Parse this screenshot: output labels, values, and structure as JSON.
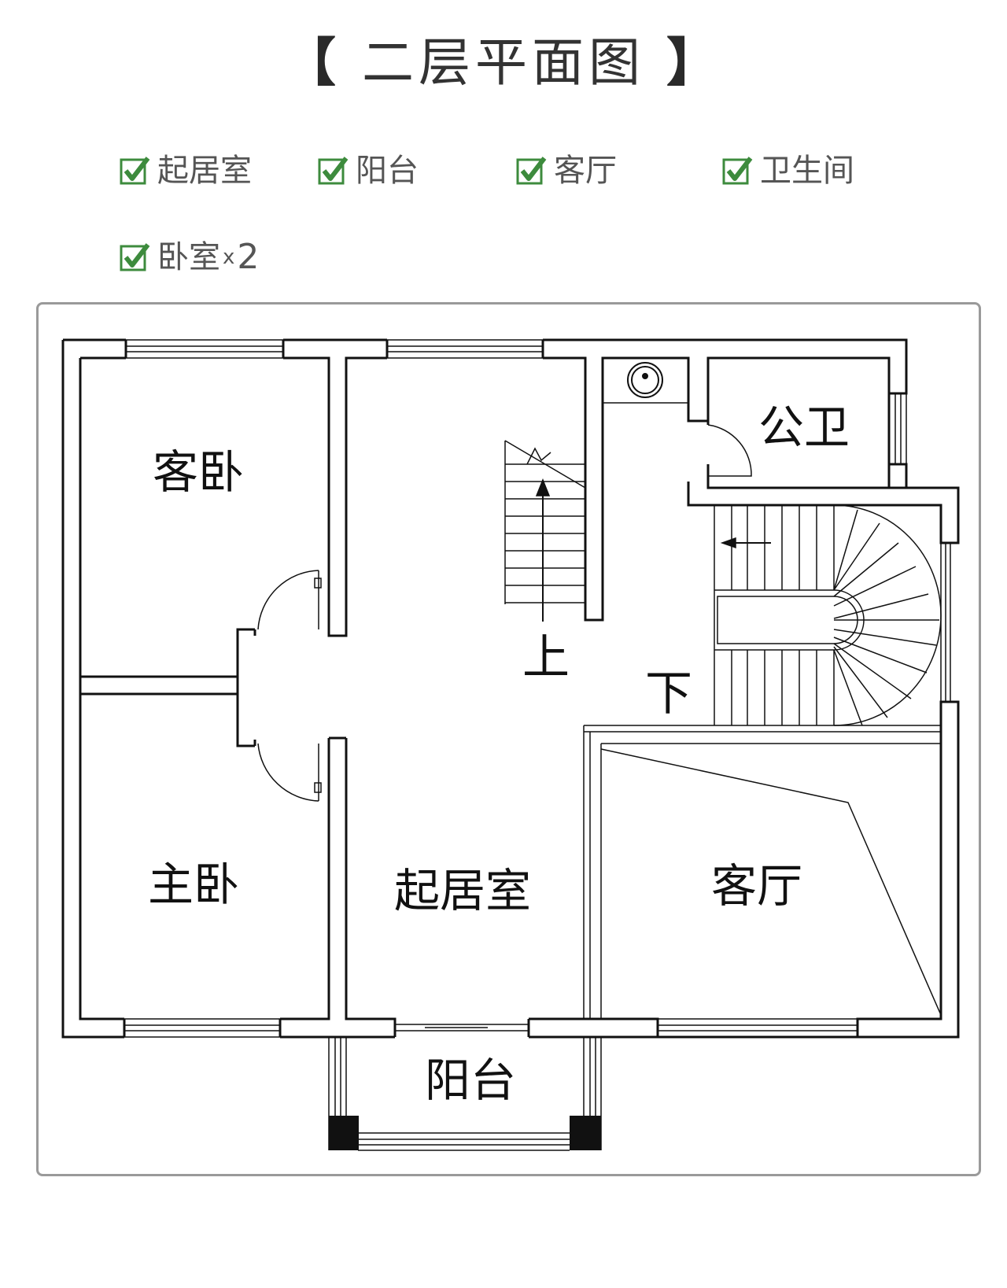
{
  "title": {
    "open": "【",
    "text": "二层平面图",
    "close": "】"
  },
  "legend": [
    {
      "label": "起居室",
      "icon": "green-check-icon"
    },
    {
      "label": "阳台",
      "icon": "green-check-icon"
    },
    {
      "label": "客厅",
      "icon": "green-check-icon"
    },
    {
      "label": "卫生间",
      "icon": "green-check-icon"
    },
    {
      "label": "卧室",
      "suffix": "x",
      "count": "2",
      "icon": "green-check-icon"
    }
  ],
  "rooms": {
    "guest_bedroom": "客卧",
    "master_bedroom": "主卧",
    "living_room": "起居室",
    "parlor": "客厅",
    "bathroom": "公卫",
    "balcony": "阳台"
  },
  "stairs": {
    "up": "上",
    "down": "下"
  },
  "colors": {
    "check_green": "#3d8b3d",
    "wall": "#111111",
    "frame": "#9a9a9a"
  }
}
